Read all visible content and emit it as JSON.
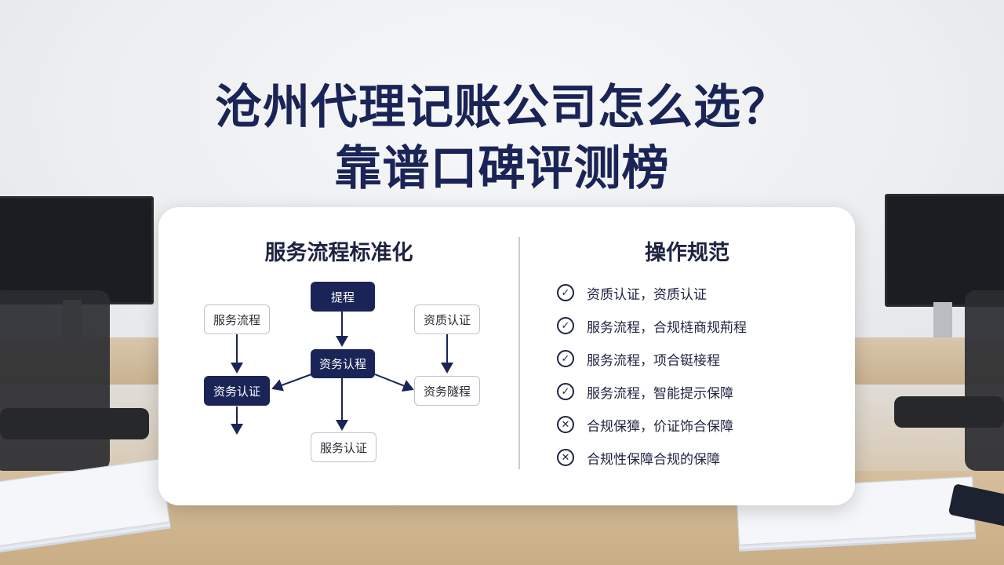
{
  "title": {
    "line1": "沧州代理记账公司怎么选？",
    "line2": "靠谱口碑评测榜"
  },
  "left_panel": {
    "heading": "服务流程标准化",
    "nodes": {
      "top": "提程",
      "center": "资务认程",
      "left_top": "服务流程",
      "left_bottom": "资务认证",
      "right_top": "资质认证",
      "right_bottom": "资务隧程",
      "bottom": "服务认证"
    }
  },
  "right_panel": {
    "heading": "操作规范",
    "items": [
      {
        "icon": "check-circle-icon",
        "text": "资质认证，资质认证"
      },
      {
        "icon": "check-circle-icon",
        "text": "服务流程，合规梿商规荊程"
      },
      {
        "icon": "check-circle-icon",
        "text": "服务流程，项合铤椄程"
      },
      {
        "icon": "check-circle-icon",
        "text": "服务流程，智能提示保障"
      },
      {
        "icon": "cross-circle-icon",
        "text": "合规保獐，价证饰合保障"
      },
      {
        "icon": "cross-circle-icon",
        "text": "合规性保障合规的保障"
      }
    ]
  },
  "colors": {
    "navy": "#1a2456",
    "card": "#ffffff"
  }
}
